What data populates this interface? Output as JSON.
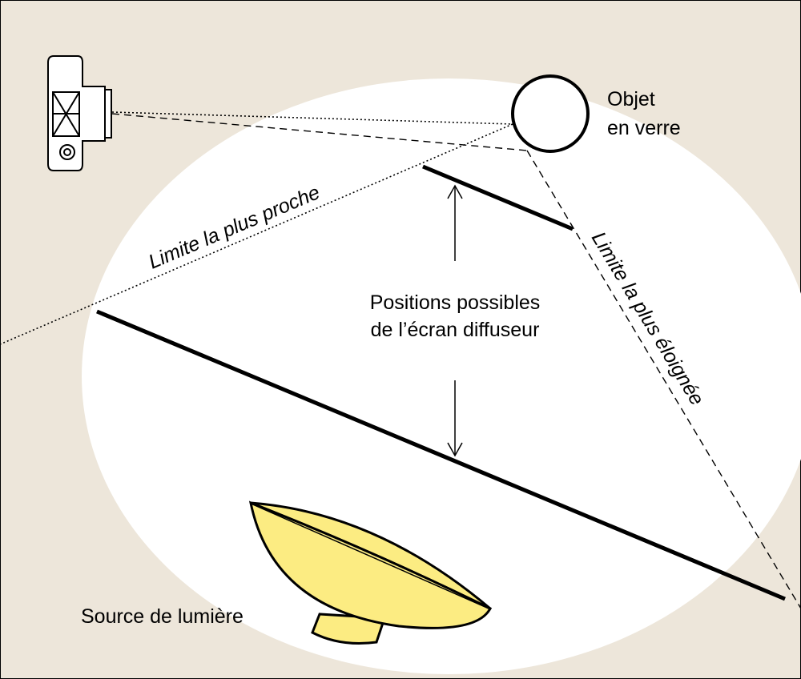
{
  "diagram": {
    "colors": {
      "background": "#ede6da",
      "light_area": "#ffffff",
      "lamp_fill": "#fcec82",
      "stroke": "#000000"
    },
    "labels": {
      "object_line1": "Objet",
      "object_line2": "en verre",
      "nearest_limit": "Limite la plus proche",
      "farthest_limit": "Limite la plus éloignée",
      "positions_line1": "Positions possibles",
      "positions_line2": "de l’écran diffuseur",
      "light_source": "Source de lumière"
    },
    "icons": {
      "camera": "camera-icon",
      "object": "glass-object-circle",
      "lamp": "light-reflector-icon"
    }
  }
}
